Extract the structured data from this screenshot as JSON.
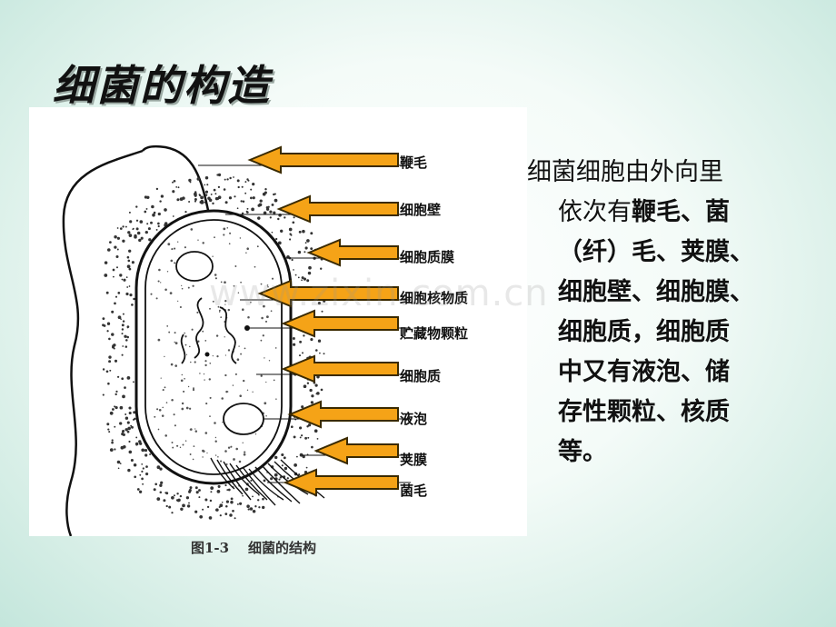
{
  "slide": {
    "title": "细菌的构造"
  },
  "figure": {
    "caption": "图1-3    细菌的结构",
    "labels": {
      "flagellum": "鞭毛",
      "cell_wall": "细胞壁",
      "cell_membrane": "细胞质膜",
      "nucleoid": "细胞核物质",
      "storage_granule": "贮藏物颗粒",
      "cytoplasm": "细胞质",
      "vacuole": "液泡",
      "capsule": "荚膜",
      "pili": "菌毛"
    },
    "colors": {
      "arrow_fill": "#F5A317",
      "arrow_stroke": "#3a2a00"
    }
  },
  "description": {
    "l1": "细菌细胞由外向里",
    "l2a": "依次有",
    "l2b": "鞭毛、菌",
    "l3": "（纤）毛、荚膜、",
    "l4": "细胞壁、细胞膜、",
    "l5": "细胞质，细胞质",
    "l6": "中又有液泡、储",
    "l7": "存性颗粒、核质",
    "l8": "等。"
  },
  "watermark": "www.zixin.com.cn"
}
